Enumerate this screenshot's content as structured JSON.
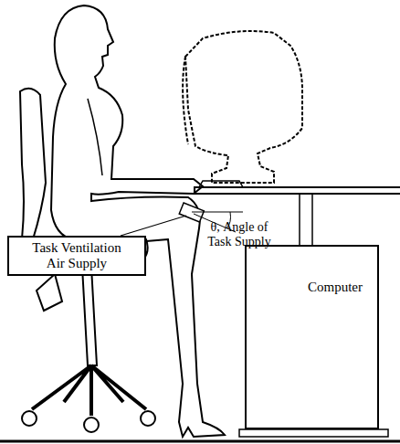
{
  "diagram": {
    "nodes": [
      {
        "text": [
          "Task Ventilation Air Supply"
        ]
      },
      {
        "text": [
          "Computer"
        ]
      }
    ],
    "labels": [
      "θ, Angle of Task Supply"
    ]
  }
}
